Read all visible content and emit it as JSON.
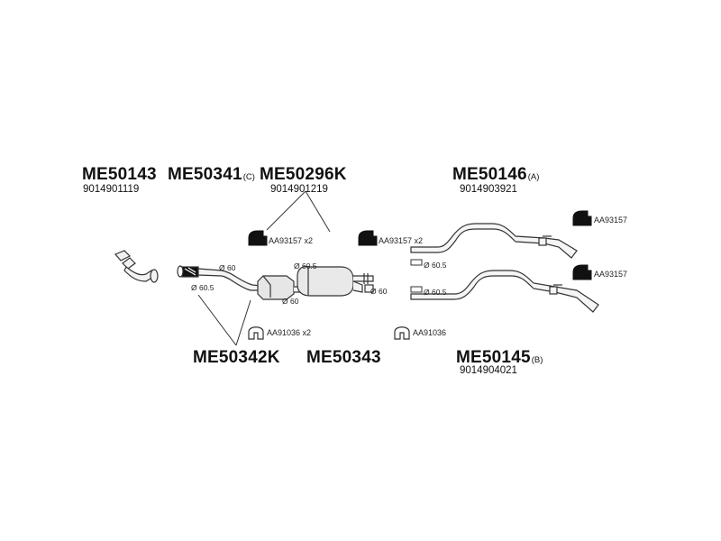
{
  "parts": {
    "me50143": {
      "code": "ME50143",
      "number": "9014901119"
    },
    "me50341": {
      "code": "ME50341",
      "suffix": "(C)"
    },
    "me50296k": {
      "code": "ME50296K",
      "number": "9014901219"
    },
    "me50146": {
      "code": "ME50146",
      "suffix": "(A)",
      "number": "9014903921"
    },
    "me50342k": {
      "code": "ME50342K"
    },
    "me50343": {
      "code": "ME50343"
    },
    "me50145": {
      "code": "ME50145",
      "suffix": "(B)",
      "number": "9014904021"
    }
  },
  "accessories": {
    "hanger_left": "AA93157 x2",
    "hanger_mid": "AA93157 x2",
    "hanger_right_top": "AA93157",
    "hanger_right_bottom": "AA93157",
    "clamp_left": "AA91036 x2",
    "clamp_mid": "AA91036"
  },
  "diameters": {
    "d1": "Ø 60",
    "d2": "Ø 60.5",
    "d3": "Ø 60.5",
    "d4": "Ø 60",
    "d5": "Ø 60",
    "d6": "Ø 60.5",
    "d7": "Ø 60.5"
  },
  "colors": {
    "line": "#333333",
    "fill": "#dddddd",
    "black": "#111111"
  }
}
